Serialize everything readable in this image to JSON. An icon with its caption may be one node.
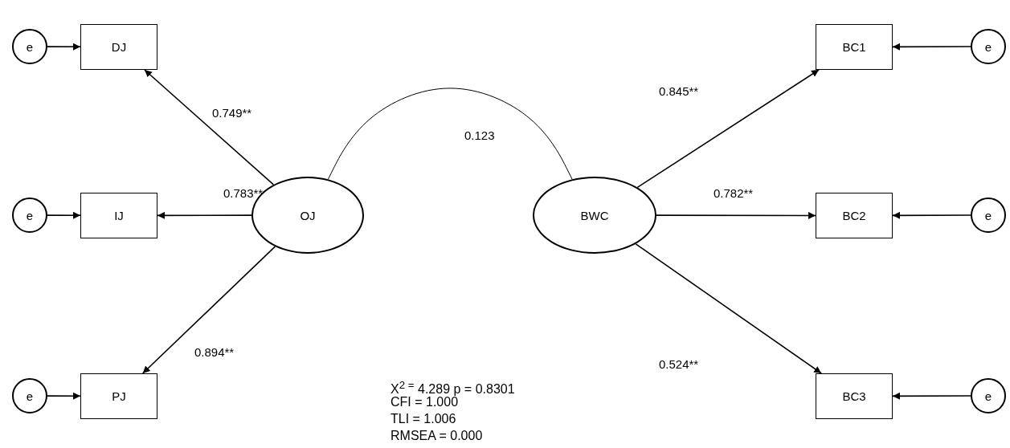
{
  "diagram": {
    "nodes": [
      {
        "text": [
          "DJ"
        ]
      },
      {
        "text": [
          "BC1"
        ]
      },
      {
        "text": [
          "IJ"
        ]
      },
      {
        "text": [
          "OJ"
        ]
      },
      {
        "text": [
          "BWC"
        ]
      },
      {
        "text": [
          "BC2"
        ]
      },
      {
        "text": [
          "PJ"
        ]
      },
      {
        "text": [
          "BC3"
        ]
      },
      {
        "text": [
          "e"
        ]
      },
      {
        "text": [
          "e"
        ]
      },
      {
        "text": [
          "e"
        ]
      },
      {
        "text": [
          "e"
        ]
      },
      {
        "text": [
          "e"
        ]
      },
      {
        "text": [
          "e"
        ]
      }
    ],
    "edges": [
      {
        "from": 3,
        "to": 0,
        "arrow": "to",
        "label": "0.749**"
      },
      {
        "from": 3,
        "to": 2,
        "arrow": "to",
        "label": "0.783**"
      },
      {
        "from": 3,
        "to": 6,
        "arrow": "to",
        "label": "0.894**"
      },
      {
        "from": 4,
        "to": 1,
        "arrow": "to",
        "label": "0.845**"
      },
      {
        "from": 4,
        "to": 5,
        "arrow": "to",
        "label": "0.782**"
      },
      {
        "from": 4,
        "to": 7,
        "arrow": "to",
        "label": "0.524**"
      },
      {
        "from": 3,
        "to": 4,
        "arrow": "none",
        "label": "0.123"
      },
      {
        "from": 8,
        "to": 0,
        "arrow": "to"
      },
      {
        "from": 9,
        "to": 1,
        "arrow": "to"
      },
      {
        "from": 10,
        "to": 2,
        "arrow": "to"
      },
      {
        "from": 11,
        "to": 5,
        "arrow": "to"
      },
      {
        "from": 12,
        "to": 6,
        "arrow": "to"
      },
      {
        "from": 13,
        "to": 7,
        "arrow": "to"
      }
    ],
    "labels": [
      "X$^{2 =}$ 4.289 p = 0.8301",
      "CFI = 1.000",
      "TLI = 1.006",
      "RMSEA = 0.000"
    ]
  }
}
